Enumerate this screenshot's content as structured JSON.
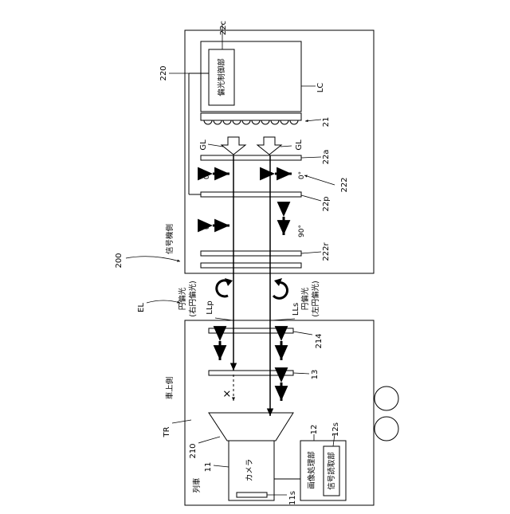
{
  "refs": {
    "signal_device": "200",
    "signal_box": "220",
    "light_shield_wall": "222",
    "polarizer_control": "22c",
    "liquid_crystal": "LC",
    "led_row": "21",
    "guide_light_left": "GL",
    "guide_light_right": "GL",
    "plate_a": "22a",
    "plate_p": "22p",
    "plate_r": "222r",
    "emitted_light": "EL",
    "light_left": "LLp",
    "light_right": "LLs",
    "train": "TR",
    "onboard_unit": "210",
    "camera": "11",
    "camera_sensor": "11s",
    "image_processor": "12",
    "signal_reader": "12s",
    "plate_13": "13",
    "plate_214": "214"
  },
  "labels": {
    "polarizer_control": "偏光制御部",
    "signal_side": "信号機側",
    "vehicle_side": "車上側",
    "train": "列車",
    "camera": "カメラ",
    "image_processor": "画像処理部",
    "signal_reader": "信号読取部",
    "circular_left_line1": "円偏光",
    "circular_left_line2": "(右円偏光)",
    "circular_right_line1": "円偏光",
    "circular_right_line2": "(左円偏光)"
  },
  "angles": {
    "left_upper": "0°",
    "right_upper": "0°",
    "left_middle": "0°",
    "right_middle": "90°"
  },
  "symbols": {
    "blocked": "×"
  }
}
